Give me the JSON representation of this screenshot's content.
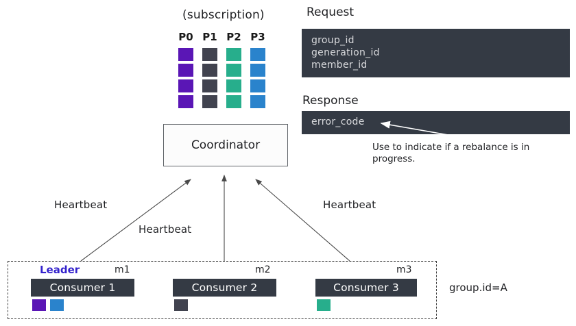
{
  "subscription": {
    "title": "(subscription)",
    "partitions": [
      "P0",
      "P1",
      "P2",
      "P3"
    ],
    "colors": [
      "#5a16b5",
      "#41434f",
      "#27ae8c",
      "#2a83cc"
    ],
    "rows": 4
  },
  "coordinator": {
    "label": "Coordinator"
  },
  "request": {
    "title": "Request",
    "fields": [
      "group_id",
      "generation_id",
      "member_id"
    ]
  },
  "response": {
    "title": "Response",
    "fields": [
      "error_code"
    ],
    "annotation": "Use to indicate if a rebalance is in progress."
  },
  "heartbeats": [
    {
      "label": "Heartbeat"
    },
    {
      "label": "Heartbeat"
    },
    {
      "label": "Heartbeat"
    }
  ],
  "group": {
    "id_label": "group.id=A",
    "leader_label": "Leader",
    "consumers": [
      {
        "name": "Consumer 1",
        "member_id": "m1",
        "is_leader": true,
        "assigned_colors": [
          "#5a16b5",
          "#2a83cc"
        ]
      },
      {
        "name": "Consumer 2",
        "member_id": "m2",
        "is_leader": false,
        "assigned_colors": [
          "#41434f"
        ]
      },
      {
        "name": "Consumer 3",
        "member_id": "m3",
        "is_leader": false,
        "assigned_colors": [
          "#27ae8c"
        ]
      }
    ]
  },
  "palette": {
    "panel_bg": "#343a44",
    "panel_text": "#d9dadd",
    "leader_accent": "#3322cc",
    "stroke": "#5f6368"
  }
}
